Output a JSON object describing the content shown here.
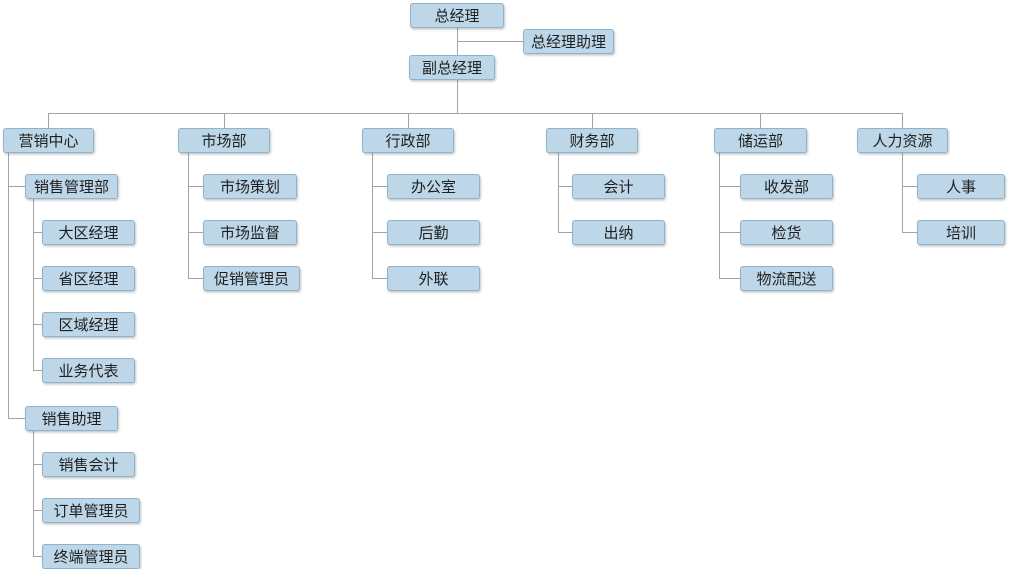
{
  "colors": {
    "canvas_bg": "#ffffff",
    "node_fill": "#bdd7e8",
    "node_border": "#8fb3cd",
    "node_text": "#1f1f1f",
    "connector": "#a3a3a3"
  },
  "org": {
    "root": {
      "label": "总经理"
    },
    "assistant": {
      "label": "总经理助理"
    },
    "deputy": {
      "label": "副总经理"
    },
    "departments": [
      {
        "label": "营销中心",
        "children": [
          {
            "label": "销售管理部",
            "children": [
              {
                "label": "大区经理"
              },
              {
                "label": "省区经理"
              },
              {
                "label": "区域经理"
              },
              {
                "label": "业务代表"
              }
            ]
          },
          {
            "label": "销售助理",
            "children": [
              {
                "label": "销售会计"
              },
              {
                "label": "订单管理员"
              },
              {
                "label": "终端管理员"
              }
            ]
          }
        ]
      },
      {
        "label": "市场部",
        "children": [
          {
            "label": "市场策划"
          },
          {
            "label": "市场监督"
          },
          {
            "label": "促销管理员"
          }
        ]
      },
      {
        "label": "行政部",
        "children": [
          {
            "label": "办公室"
          },
          {
            "label": "后勤"
          },
          {
            "label": "外联"
          }
        ]
      },
      {
        "label": "财务部",
        "children": [
          {
            "label": "会计"
          },
          {
            "label": "出纳"
          }
        ]
      },
      {
        "label": "储运部",
        "children": [
          {
            "label": "收发部"
          },
          {
            "label": "检货"
          },
          {
            "label": "物流配送"
          }
        ]
      },
      {
        "label": "人力资源",
        "children": [
          {
            "label": "人事"
          },
          {
            "label": "培训"
          }
        ]
      }
    ]
  }
}
